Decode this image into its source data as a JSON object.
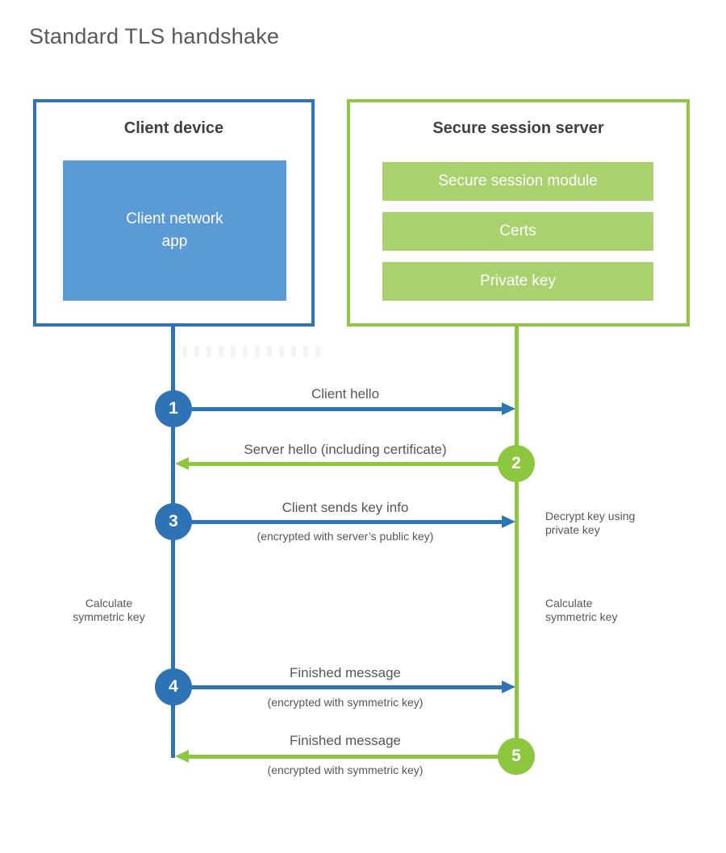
{
  "title": "Standard TLS handshake",
  "colors": {
    "blue_main": "#2e73b6",
    "blue_fill": "#5b9bd5",
    "green_main": "#8dc63f",
    "green_fill": "#a9d16e",
    "text_gray": "#55565a",
    "heading_gray": "#3f4043"
  },
  "client_box": {
    "title": "Client device",
    "app_label": "Client network\napp"
  },
  "server_box": {
    "title": "Secure session server",
    "modules": [
      "Secure session module",
      "Certs",
      "Private key"
    ]
  },
  "steps": [
    {
      "num": "1",
      "label": "Client hello",
      "sublabel": "",
      "direction": "right",
      "color": "blue"
    },
    {
      "num": "2",
      "label": "Server hello (including certificate)",
      "sublabel": "",
      "direction": "left",
      "color": "green"
    },
    {
      "num": "3",
      "label": "Client sends key info",
      "sublabel": "(encrypted with server’s public key)",
      "direction": "right",
      "color": "blue"
    },
    {
      "num": "4",
      "label": "Finished message",
      "sublabel": "(encrypted with symmetric key)",
      "direction": "right",
      "color": "blue"
    },
    {
      "num": "5",
      "label": "Finished message",
      "sublabel": "(encrypted with symmetric key)",
      "direction": "left",
      "color": "green"
    }
  ],
  "annotations": {
    "decrypt": "Decrypt key using\nprivate key",
    "calc_left": "Calculate\nsymmetric key",
    "calc_right": "Calculate\nsymmetric key"
  }
}
